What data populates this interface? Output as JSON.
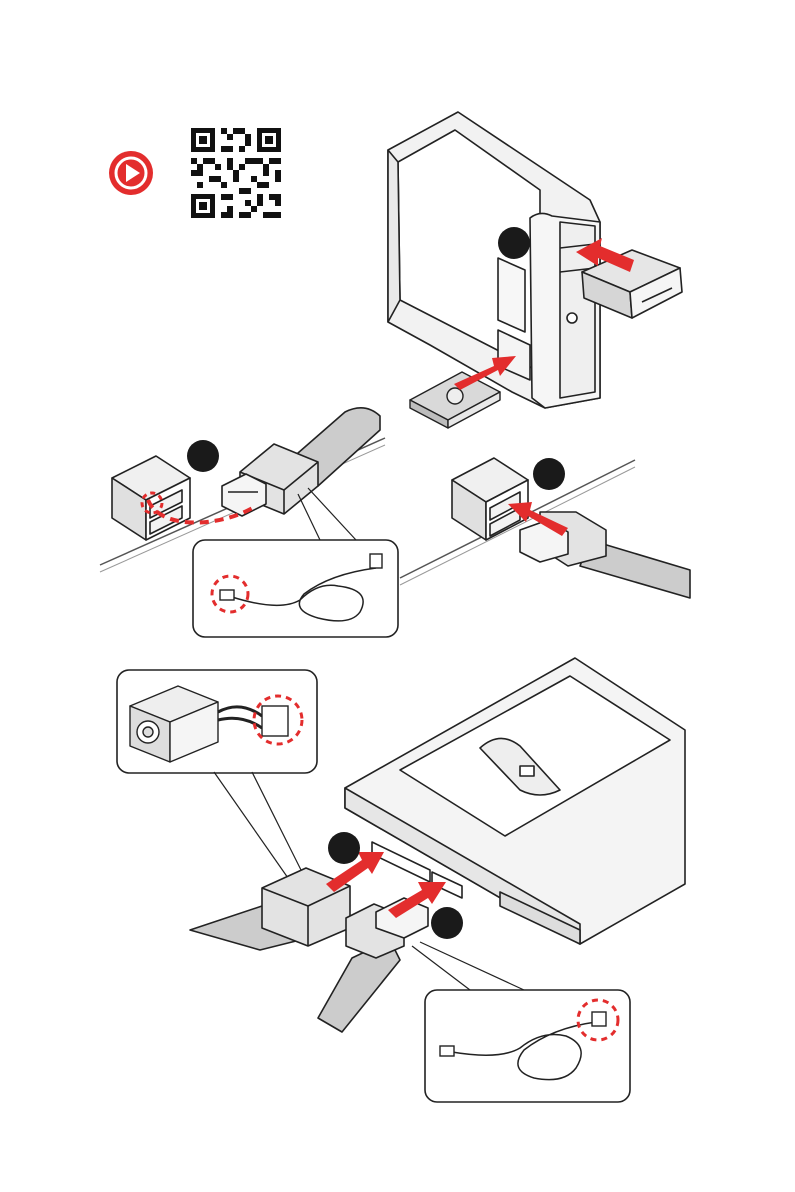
{
  "colors": {
    "accent": "#e32d2d",
    "step_badge": "#1a1a1a",
    "cable": "#cccccc",
    "outline": "#222222",
    "background": "#ffffff"
  },
  "video_icon": "play-icon",
  "qr_icon": "qr-code-icon",
  "steps": [
    {
      "id": "step-1",
      "label": ""
    },
    {
      "id": "step-2",
      "label": ""
    },
    {
      "id": "step-3",
      "label": ""
    },
    {
      "id": "step-4",
      "label": ""
    },
    {
      "id": "step-5",
      "label": ""
    }
  ]
}
